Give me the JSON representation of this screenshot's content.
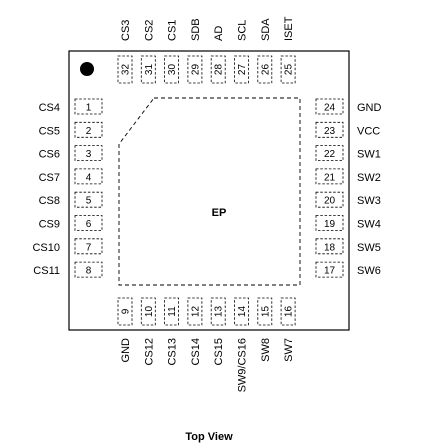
{
  "title": "Top View",
  "exposed_pad_label": "EP",
  "pins": {
    "left": [
      {
        "num": "1",
        "name": "CS4"
      },
      {
        "num": "2",
        "name": "CS5"
      },
      {
        "num": "3",
        "name": "CS6"
      },
      {
        "num": "4",
        "name": "CS7"
      },
      {
        "num": "5",
        "name": "CS8"
      },
      {
        "num": "6",
        "name": "CS9"
      },
      {
        "num": "7",
        "name": "CS10"
      },
      {
        "num": "8",
        "name": "CS11"
      }
    ],
    "bottom": [
      {
        "num": "9",
        "name": "GND"
      },
      {
        "num": "10",
        "name": "CS12"
      },
      {
        "num": "11",
        "name": "CS13"
      },
      {
        "num": "12",
        "name": "CS14"
      },
      {
        "num": "13",
        "name": "CS15"
      },
      {
        "num": "14",
        "name": "SW9/CS16"
      },
      {
        "num": "15",
        "name": "SW8"
      },
      {
        "num": "16",
        "name": "SW7"
      }
    ],
    "right": [
      {
        "num": "24",
        "name": "GND"
      },
      {
        "num": "23",
        "name": "VCC"
      },
      {
        "num": "22",
        "name": "SW1"
      },
      {
        "num": "21",
        "name": "SW2"
      },
      {
        "num": "20",
        "name": "SW3"
      },
      {
        "num": "19",
        "name": "SW4"
      },
      {
        "num": "18",
        "name": "SW5"
      },
      {
        "num": "17",
        "name": "SW6"
      }
    ],
    "top": [
      {
        "num": "32",
        "name": "CS3"
      },
      {
        "num": "31",
        "name": "CS2"
      },
      {
        "num": "30",
        "name": "CS1"
      },
      {
        "num": "29",
        "name": "SDB"
      },
      {
        "num": "28",
        "name": "AD"
      },
      {
        "num": "27",
        "name": "SCL"
      },
      {
        "num": "26",
        "name": "SDA"
      },
      {
        "num": "25",
        "name": "ISET"
      }
    ]
  }
}
